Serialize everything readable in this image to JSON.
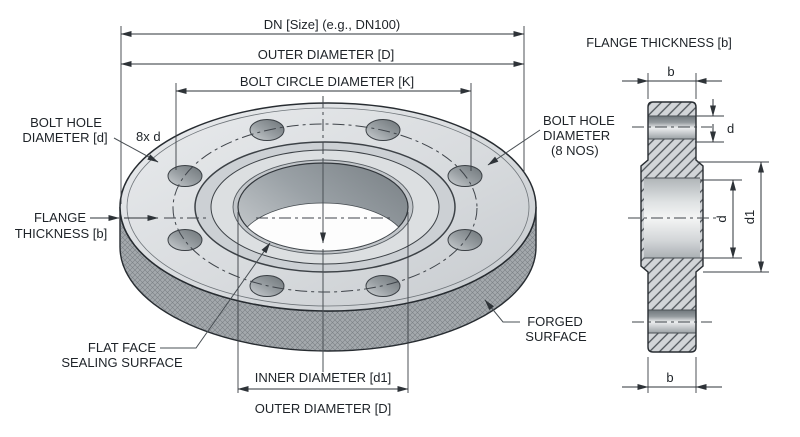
{
  "front_view": {
    "dim_dn": "DN [Size] (e.g., DN100)",
    "dim_outer_diameter": "OUTER DIAMETER [D]",
    "dim_bolt_circle": "BOLT CIRCLE DIAMETER [K]",
    "label_bolt_hole_diameter": [
      "BOLT HOLE",
      "DIAMETER [d]"
    ],
    "label_bolt_count": "8x d",
    "label_flange_thickness": [
      "FLANGE",
      "THICKNESS [b]"
    ],
    "label_bolt_hole_right": [
      "BOLT HOLE",
      "DIAMETER",
      "(8 NOS)"
    ],
    "label_flat_face": [
      "FLAT FACE",
      "SEALING SURFACE"
    ],
    "label_forged": [
      "FORGED",
      "SURFACE"
    ],
    "dim_inner_diameter": "INNER DIAMETER [d1]",
    "dim_outer_diameter_bottom": "OUTER DIAMETER [D]",
    "bolt_hole_count": 8
  },
  "side_view": {
    "title": "FLANGE THICKNESS [b]",
    "dim_b_top": "b",
    "dim_d_bolt_hole": "d",
    "dim_d_bore": "d",
    "dim_d1": "d1",
    "dim_b_bottom": "b"
  },
  "colors": {
    "line": "#2e3338",
    "face_light": "#e8eaec",
    "face_dark": "#c8ccd0",
    "forged_surface": "#a4a9ad",
    "section_fill": "#d2d5d8",
    "background": "#ffffff"
  }
}
